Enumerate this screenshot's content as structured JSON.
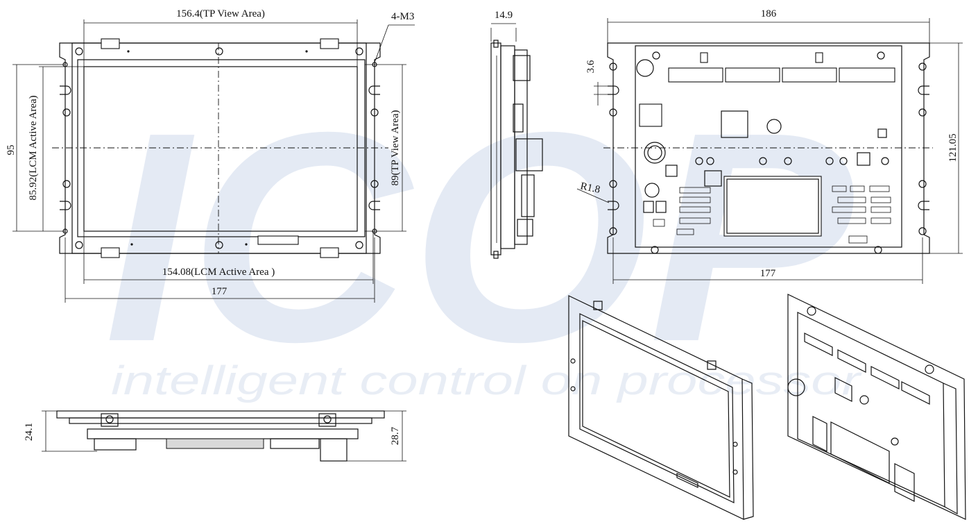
{
  "watermark": {
    "logo_text": "ICOP",
    "tagline": "intelligent control on processor",
    "color": "#dfe6f2"
  },
  "front_view": {
    "dim_tp_view_width": "156.4(TP View Area)",
    "dim_lcm_active_width": "154.08(LCM Active Area )",
    "dim_overall_width": "177",
    "dim_overall_height": "95",
    "dim_lcm_active_height": "85.92(LCM Active Area)",
    "dim_tp_view_height": "89(TP View Area)",
    "hole_callout": "4-M3"
  },
  "side_view": {
    "dim_depth": "14.9"
  },
  "rear_view": {
    "dim_top_width": "186",
    "dim_bottom_width": "177",
    "dim_height": "121.05",
    "dim_slot": "3.6",
    "dim_radius": "R1.8"
  },
  "bottom_view": {
    "dim_left_height": "24.1",
    "dim_right_height": "28.7"
  },
  "colors": {
    "line": "#111111",
    "background": "#ffffff"
  }
}
